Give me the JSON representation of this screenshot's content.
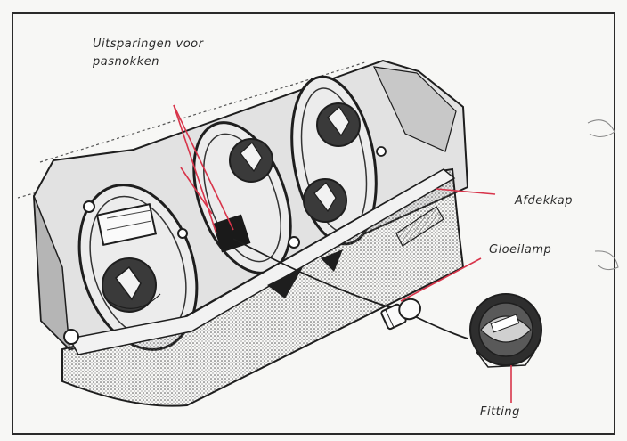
{
  "labels": {
    "recesses_line1": "Uitsparingen voor",
    "recesses_line2": "pasnokken",
    "cover": "Afdekkap",
    "bulb": "Gloeilamp",
    "fitting": "Fitting"
  },
  "colors": {
    "ink": "#1e1e1e",
    "leader": "#d8344a",
    "paper": "#f7f7f5",
    "housing": "#dcdcdc",
    "shadow": "#9a9a9a"
  }
}
